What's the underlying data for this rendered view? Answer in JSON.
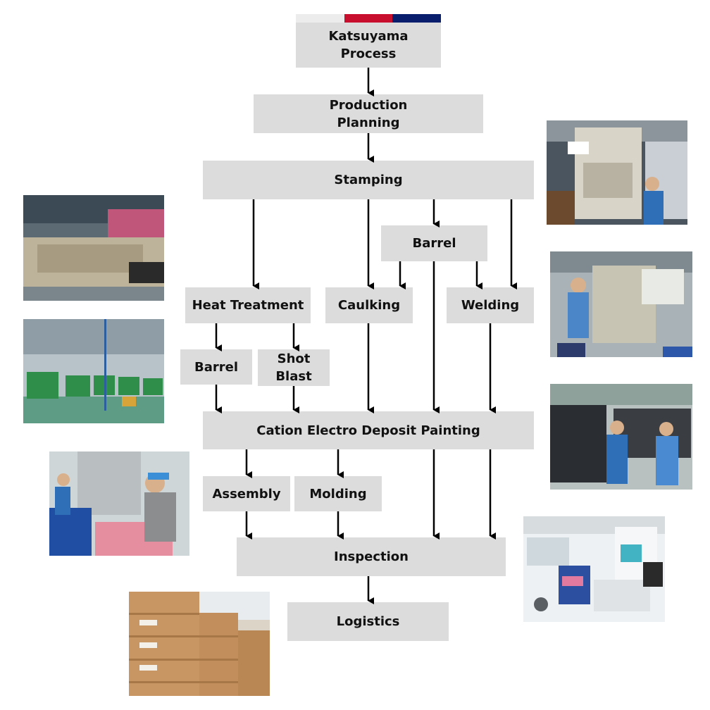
{
  "flag_colors": [
    "#ececec",
    "#c8102e",
    "#0a1e6e"
  ],
  "nodes": {
    "katsuyama_line1": "Katsuyama",
    "katsuyama_line2": "Process",
    "planning_line1": "Production",
    "planning_line2": "Planning",
    "stamping": "Stamping",
    "barrel_top": "Barrel",
    "heat_treatment": "Heat Treatment",
    "caulking": "Caulking",
    "welding": "Welding",
    "barrel_left": "Barrel",
    "shot_blast_line1": "Shot",
    "shot_blast_line2": "Blast",
    "ced_painting": "Cation Electro Deposit Painting",
    "assembly": "Assembly",
    "molding": "Molding",
    "inspection": "Inspection",
    "logistics": "Logistics"
  },
  "photos": [
    {
      "label": "stamping press",
      "icon": "press-photo"
    },
    {
      "label": "heat treatment furnace",
      "icon": "furnace-photo"
    },
    {
      "label": "barrel machines",
      "icon": "barrel-photo"
    },
    {
      "label": "welding station",
      "icon": "welding-photo"
    },
    {
      "label": "painting line",
      "icon": "painting-photo"
    },
    {
      "label": "assembly work",
      "icon": "assembly-photo"
    },
    {
      "label": "inspection lab",
      "icon": "inspection-photo"
    },
    {
      "label": "logistics cartons",
      "icon": "logistics-photo"
    }
  ]
}
